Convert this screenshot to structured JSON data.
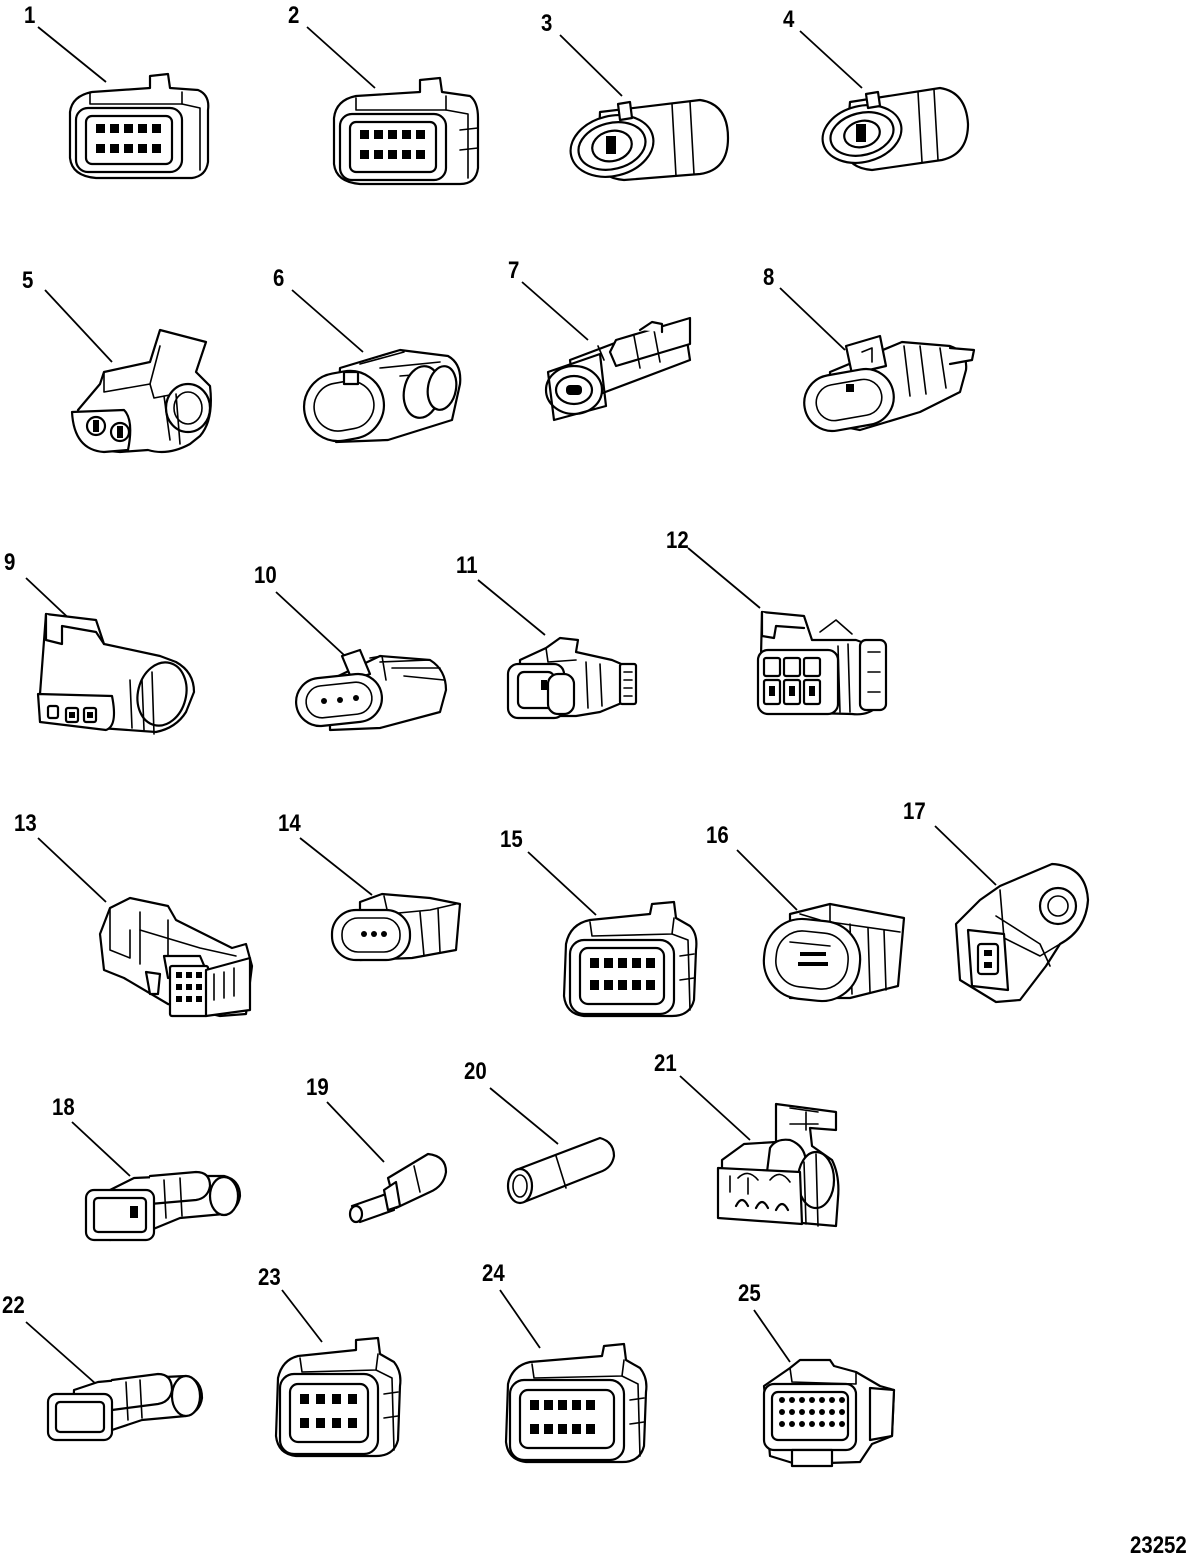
{
  "figure": {
    "id": "23252",
    "callouts": [
      "1",
      "2",
      "3",
      "4",
      "5",
      "6",
      "7",
      "8",
      "9",
      "10",
      "11",
      "12",
      "13",
      "14",
      "15",
      "16",
      "17",
      "18",
      "19",
      "20",
      "21",
      "22",
      "23",
      "24",
      "25"
    ]
  }
}
